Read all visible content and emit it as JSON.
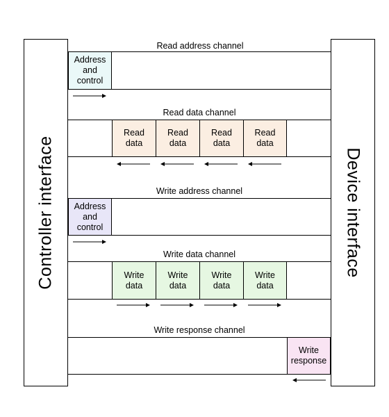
{
  "controller_label": "Controller interface",
  "device_label": "Device interface",
  "channels": {
    "read_address": {
      "title": "Read address channel",
      "cells": [
        {
          "lines": [
            "Address",
            "and",
            "control"
          ]
        }
      ]
    },
    "read_data": {
      "title": "Read data channel",
      "cells": [
        {
          "lines": [
            "Read",
            "data"
          ]
        },
        {
          "lines": [
            "Read",
            "data"
          ]
        },
        {
          "lines": [
            "Read",
            "data"
          ]
        },
        {
          "lines": [
            "Read",
            "data"
          ]
        }
      ]
    },
    "write_address": {
      "title": "Write address channel",
      "cells": [
        {
          "lines": [
            "Address",
            "and",
            "control"
          ]
        }
      ]
    },
    "write_data": {
      "title": "Write data channel",
      "cells": [
        {
          "lines": [
            "Write",
            "data"
          ]
        },
        {
          "lines": [
            "Write",
            "data"
          ]
        },
        {
          "lines": [
            "Write",
            "data"
          ]
        },
        {
          "lines": [
            "Write",
            "data"
          ]
        }
      ]
    },
    "write_response": {
      "title": "Write response channel",
      "cells": [
        {
          "lines": [
            "Write",
            "response"
          ]
        }
      ]
    }
  },
  "colors": {
    "address_fill": "#eaf8f8",
    "address_fill_write": "#e8e6f8",
    "read_data_fill": "#fbeee2",
    "write_data_fill": "#e6f7e2",
    "write_response_fill": "#f9e4f3",
    "line": "#000000"
  }
}
